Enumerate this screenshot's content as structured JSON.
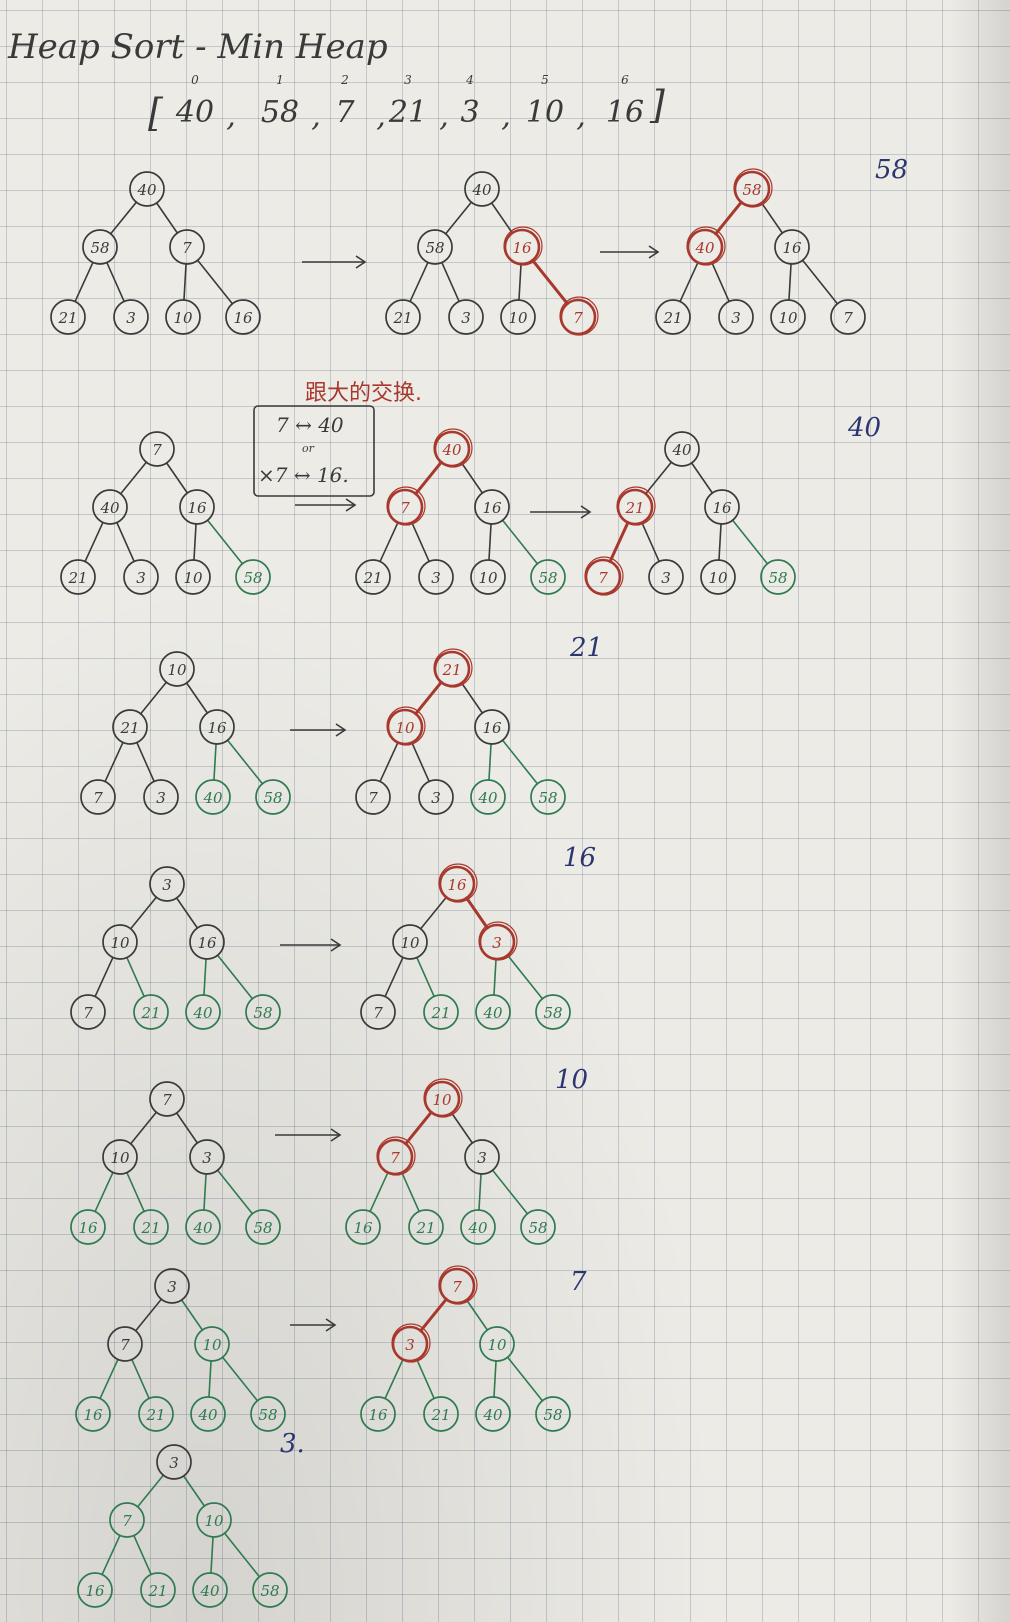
{
  "title": "Heap Sort - Min Heap",
  "array": {
    "indices": [
      "0",
      "1",
      "2",
      "3",
      "4",
      "5",
      "6"
    ],
    "values": [
      "40",
      "58",
      "7",
      "21",
      "3",
      "10",
      "16"
    ],
    "open_bracket": "[",
    "close_bracket": "]"
  },
  "note": {
    "chinese": "跟大的交换.",
    "line1": "7 ↔ 40",
    "or": "or",
    "line2": "×7 ↔ 16."
  },
  "colors": {
    "ink": "#3a3a3a",
    "green": "#2f7a4f",
    "red": "#a8382d",
    "blue": "#2c3570"
  },
  "steps": [
    {
      "extracted": "58",
      "trees": [
        {
          "values": [
            "40",
            "58",
            "7",
            "21",
            "3",
            "10",
            "16"
          ],
          "green": [],
          "red": [],
          "redEdges": []
        },
        {
          "values": [
            "40",
            "58",
            "16",
            "21",
            "3",
            "10",
            "7"
          ],
          "green": [],
          "red": [
            2,
            6
          ],
          "redEdges": [
            [
              2,
              6
            ]
          ]
        },
        {
          "values": [
            "58",
            "40",
            "16",
            "21",
            "3",
            "10",
            "7"
          ],
          "green": [],
          "red": [
            0,
            1
          ],
          "redEdges": [
            [
              0,
              1
            ]
          ]
        }
      ]
    },
    {
      "extracted": "40",
      "trees": [
        {
          "values": [
            "7",
            "40",
            "16",
            "21",
            "3",
            "10",
            "58"
          ],
          "green": [
            6
          ],
          "red": [],
          "redEdges": []
        },
        {
          "values": [
            "40",
            "7",
            "16",
            "21",
            "3",
            "10",
            "58"
          ],
          "green": [
            6
          ],
          "red": [
            0,
            1
          ],
          "redEdges": [
            [
              0,
              1
            ]
          ]
        },
        {
          "values": [
            "40",
            "21",
            "16",
            "7",
            "3",
            "10",
            "58"
          ],
          "green": [
            6
          ],
          "red": [
            1,
            3
          ],
          "redEdges": [
            [
              1,
              3
            ]
          ]
        }
      ]
    },
    {
      "extracted": "21",
      "trees": [
        {
          "values": [
            "10",
            "21",
            "16",
            "7",
            "3",
            "40",
            "58"
          ],
          "green": [
            5,
            6
          ],
          "red": [],
          "redEdges": []
        },
        {
          "values": [
            "21",
            "10",
            "16",
            "7",
            "3",
            "40",
            "58"
          ],
          "green": [
            5,
            6
          ],
          "red": [
            0,
            1
          ],
          "redEdges": [
            [
              0,
              1
            ]
          ]
        }
      ]
    },
    {
      "extracted": "16",
      "trees": [
        {
          "values": [
            "3",
            "10",
            "16",
            "7",
            "21",
            "40",
            "58"
          ],
          "green": [
            4,
            5,
            6
          ],
          "red": [],
          "redEdges": []
        },
        {
          "values": [
            "16",
            "10",
            "3",
            "7",
            "21",
            "40",
            "58"
          ],
          "green": [
            4,
            5,
            6
          ],
          "red": [
            0,
            2
          ],
          "redEdges": [
            [
              0,
              2
            ]
          ]
        }
      ]
    },
    {
      "extracted": "10",
      "trees": [
        {
          "values": [
            "7",
            "10",
            "3",
            "16",
            "21",
            "40",
            "58"
          ],
          "green": [
            3,
            4,
            5,
            6
          ],
          "red": [],
          "redEdges": []
        },
        {
          "values": [
            "10",
            "7",
            "3",
            "16",
            "21",
            "40",
            "58"
          ],
          "green": [
            3,
            4,
            5,
            6
          ],
          "red": [
            0,
            1
          ],
          "redEdges": [
            [
              0,
              1
            ]
          ]
        }
      ]
    },
    {
      "extracted": "7",
      "trees": [
        {
          "values": [
            "3",
            "7",
            "10",
            "16",
            "21",
            "40",
            "58"
          ],
          "green": [
            2,
            3,
            4,
            5,
            6
          ],
          "red": [],
          "redEdges": []
        },
        {
          "values": [
            "7",
            "3",
            "10",
            "16",
            "21",
            "40",
            "58"
          ],
          "green": [
            2,
            3,
            4,
            5,
            6
          ],
          "red": [
            0,
            1
          ],
          "redEdges": [
            [
              0,
              1
            ]
          ]
        }
      ]
    },
    {
      "extracted": "3.",
      "trees": [
        {
          "values": [
            "3",
            "7",
            "10",
            "16",
            "21",
            "40",
            "58"
          ],
          "green": [
            1,
            2,
            3,
            4,
            5,
            6
          ],
          "red": [],
          "redEdges": []
        }
      ]
    }
  ]
}
